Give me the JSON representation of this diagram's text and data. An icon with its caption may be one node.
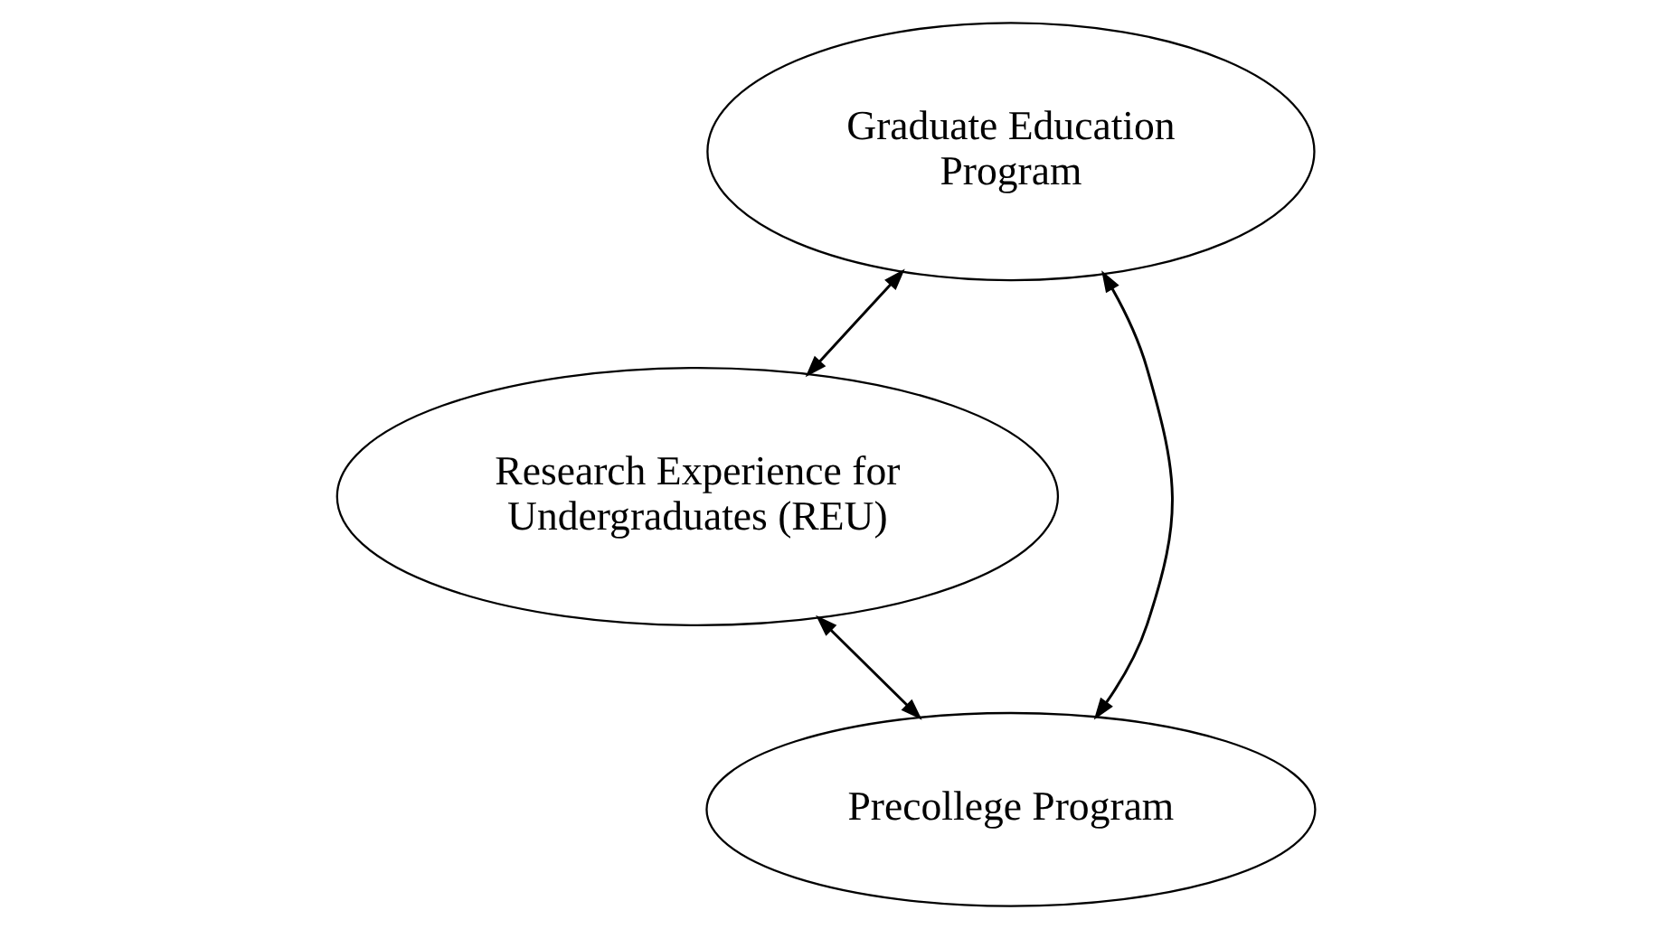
{
  "diagram": {
    "nodes": [
      {
        "text": [
          "Graduate Education Program"
        ]
      },
      {
        "text": [
          "Research Experience for Undergraduates (REU)"
        ]
      },
      {
        "text": [
          "Precollege Program"
        ]
      }
    ],
    "edges": [
      {
        "from": 0,
        "to": 1,
        "arrow": "both"
      },
      {
        "from": 0,
        "to": 2,
        "arrow": "both"
      },
      {
        "from": 1,
        "to": 2,
        "arrow": "both"
      }
    ]
  }
}
